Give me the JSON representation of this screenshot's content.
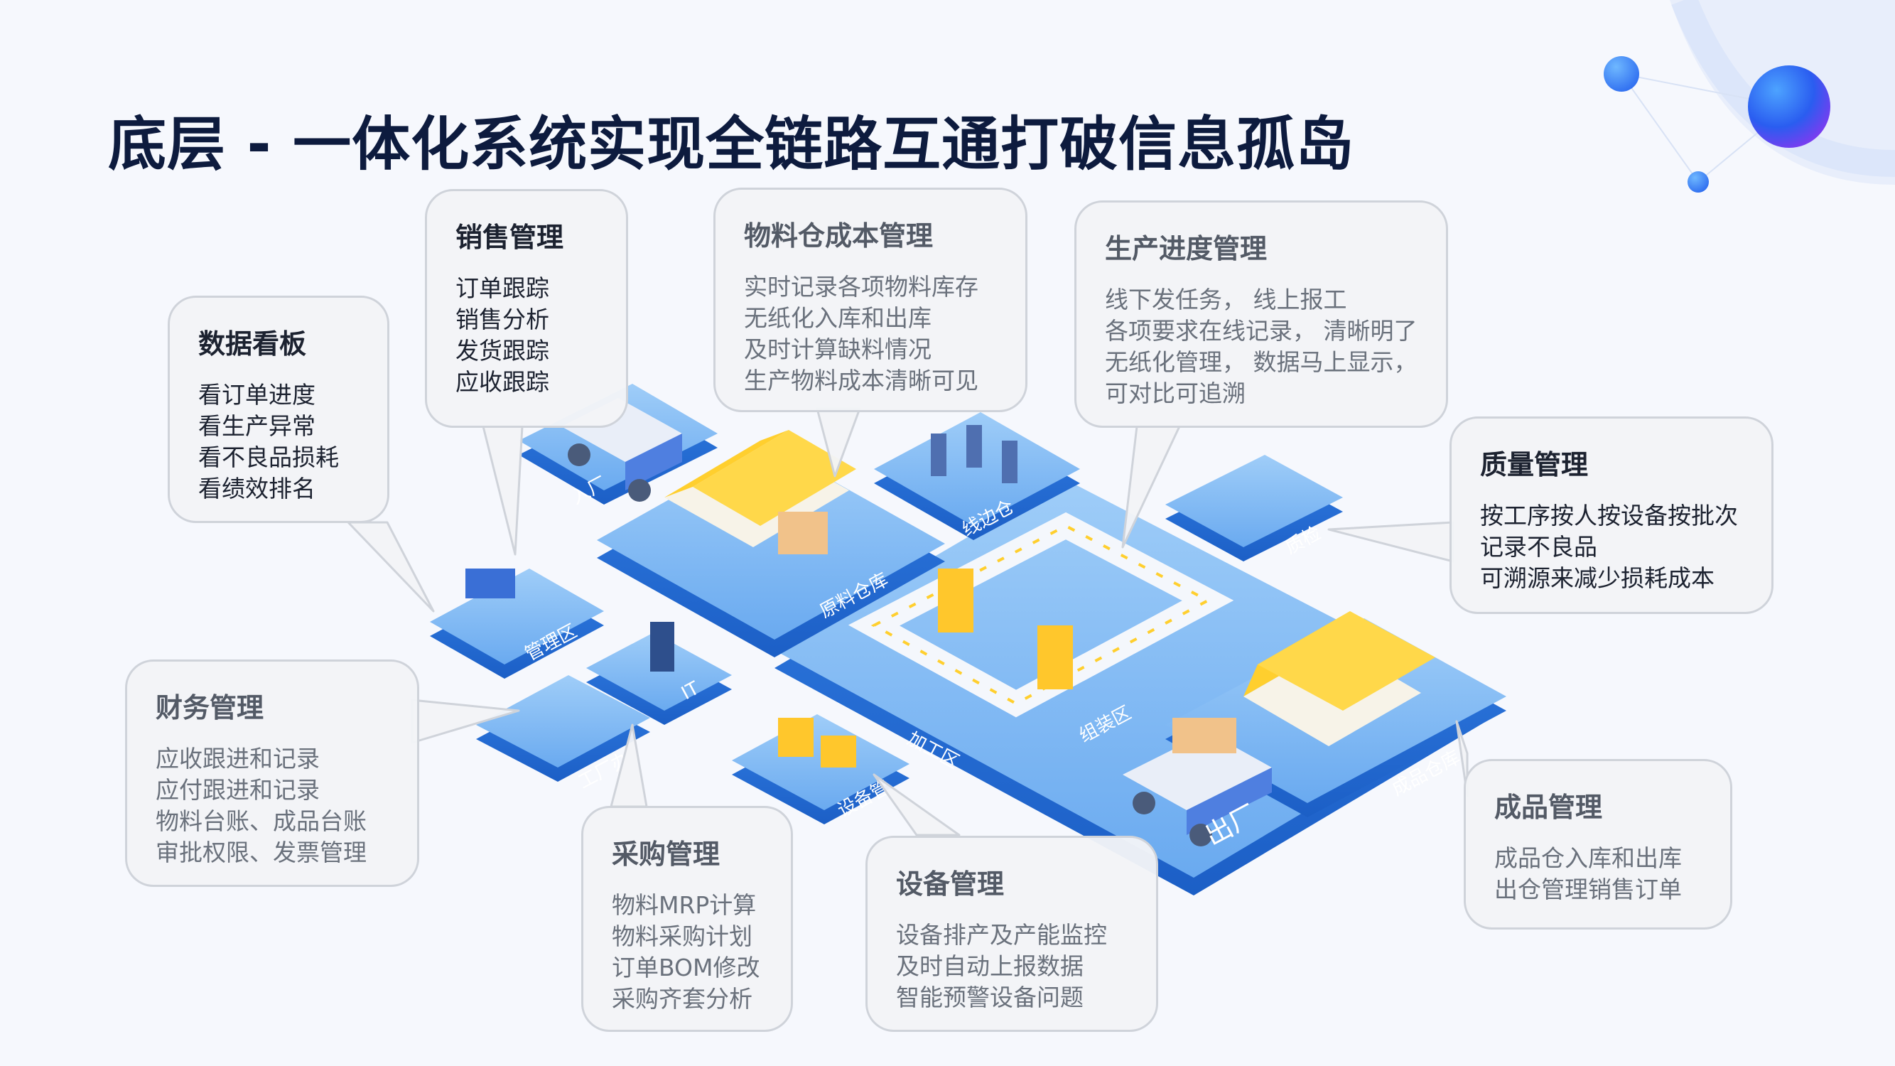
{
  "page": {
    "title": "底层 - 一体化系统实现全链路互通打破信息孤岛"
  },
  "factory_labels": {
    "inbound": "入厂",
    "outbound": "出厂",
    "management_zone": "管理区",
    "raw_warehouse": "原料仓库",
    "line_side_warehouse": "线边仓",
    "quality_zone": "质检",
    "it_zone": "IT",
    "factory_office": "工厂办",
    "equipment_zone": "设备管",
    "processing_zone": "加工区",
    "assembly_zone": "组装区",
    "finished_warehouse": "成品仓库"
  },
  "callouts": {
    "dashboard": {
      "title": "数据看板",
      "items": [
        "看订单进度",
        "看生产异常",
        "看不良品损耗",
        "看绩效排名"
      ]
    },
    "sales": {
      "title": "销售管理",
      "items": [
        "订单跟踪",
        "销售分析",
        "发货跟踪",
        "应收跟踪"
      ]
    },
    "material": {
      "title": "物料仓成本管理",
      "items": [
        "实时记录各项物料库存",
        "无纸化入库和出库",
        "及时计算缺料情况",
        "生产物料成本清晰可见"
      ]
    },
    "production": {
      "title": "生产进度管理",
      "items": [
        "线下发任务， 线上报工",
        "各项要求在线记录， 清晰明了",
        "无纸化管理， 数据马上显示，",
        "可对比可追溯"
      ]
    },
    "quality": {
      "title": "质量管理",
      "items": [
        "按工序按人按设备按批次",
        "记录不良品",
        "可溯源来减少损耗成本"
      ]
    },
    "finance": {
      "title": "财务管理",
      "items": [
        "应收跟进和记录",
        "应付跟进和记录",
        "物料台账、成品台账",
        "审批权限、发票管理"
      ]
    },
    "purchase": {
      "title": "采购管理",
      "items": [
        "物料MRP计算",
        "物料采购计划",
        "订单BOM修改",
        "采购齐套分析"
      ]
    },
    "equipment": {
      "title": "设备管理",
      "items": [
        "设备排产及产能监控",
        "及时自动上报数据",
        "智能预警设备问题"
      ]
    },
    "finished": {
      "title": "成品管理",
      "items": [
        "成品仓入库和出库",
        "出仓管理销售订单"
      ]
    }
  },
  "colors": {
    "title": "#0d1b3e",
    "floor_blue": "#3d86e6",
    "floor_top": "#8ec2f7",
    "warehouse_roof": "#ffcf2e",
    "callout_bg": "#f3f4f7",
    "callout_border": "#cfd3da"
  }
}
